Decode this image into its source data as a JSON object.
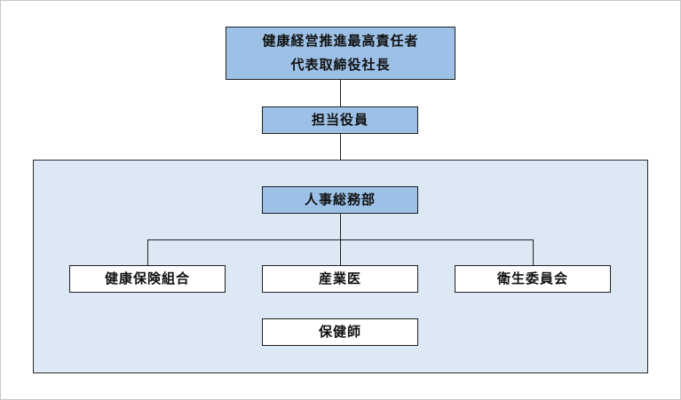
{
  "org_chart": {
    "top": {
      "line1": "健康経営推進最高責任者",
      "line2": "代表取締役社長"
    },
    "officer": "担当役員",
    "department": "人事総務部",
    "branches": [
      "健康保険組合",
      "産業医",
      "衛生委員会"
    ],
    "nurse": "保健師"
  },
  "colors": {
    "box_fill_blue": "#9dc1e6",
    "panel_fill": "#dce9f5",
    "box_fill_white": "#ffffff",
    "border": "#1f1f1f"
  }
}
